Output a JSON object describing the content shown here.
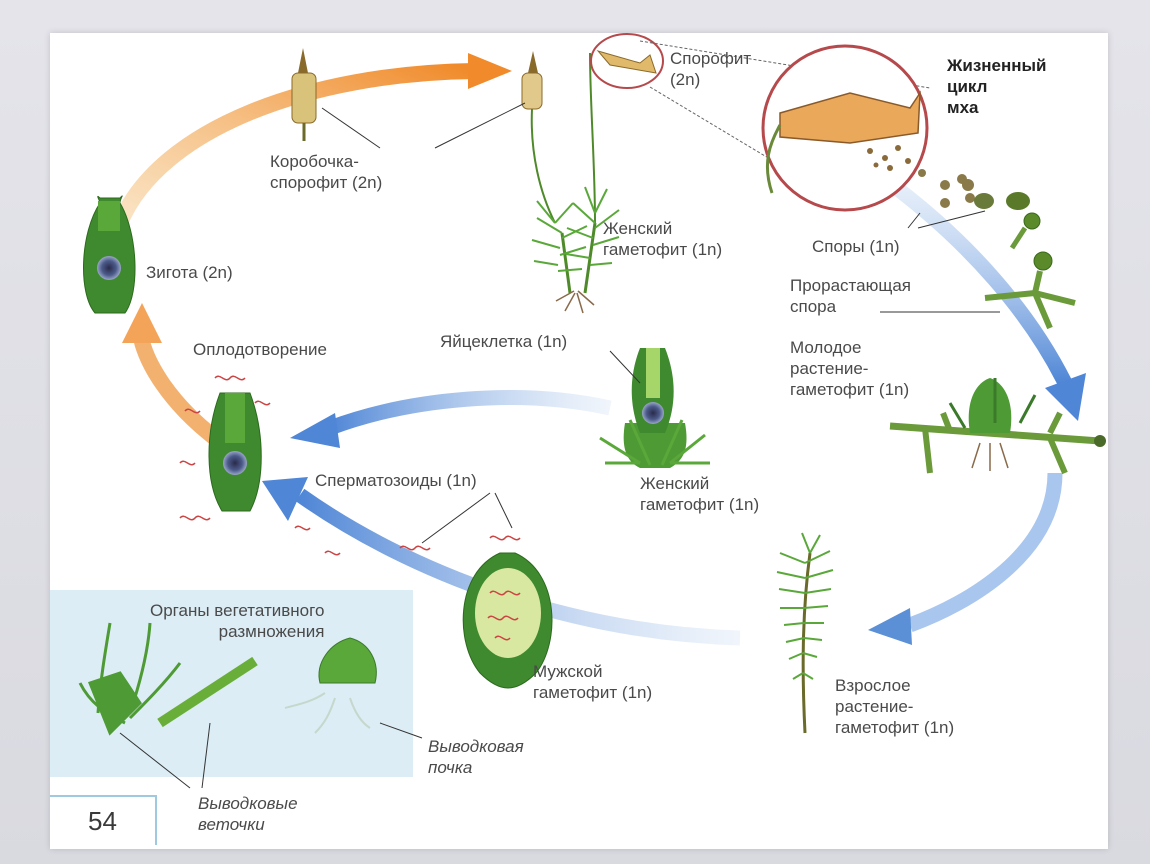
{
  "title": "Жизненный\nцикл\nмха",
  "labels": {
    "sporophyte": "Спорофит\n(2n)",
    "capsule_sporophyte": "Коробочка-\nспорофит (2n)",
    "female_gametophyte_top": "Женский\nгаметофит (1n)",
    "spores": "Споры (1n)",
    "germinating_spore": "Прорастающая\nспора",
    "young_plant": "Молодое\nрастение-\nгаметофит (1n)",
    "zygote": "Зигота (2n)",
    "fertilization": "Оплодотворение",
    "egg_cell": "Яйцеклетка (1n)",
    "female_gametophyte_mid": "Женский\nгаметофит (1n)",
    "sperm": "Сперматозоиды (1n)",
    "male_gametophyte": "Мужской\nгаметофит (1n)",
    "adult_plant": "Взрослое\nрастение-\nгаметофит (1n)",
    "vegetative_organs": "Органы вегетативного\nразмножения",
    "brood_bud": "Выводковая\nпочка",
    "brood_branches": "Выводковые\nветочки"
  },
  "page_number": "54",
  "colors": {
    "arrow_orange": "#f0a35a",
    "arrow_blue": "#5b8fd6",
    "moss_green": "#5a9a3a",
    "panel_bg": "#dcedf5",
    "lens_ring": "#b5494b"
  }
}
